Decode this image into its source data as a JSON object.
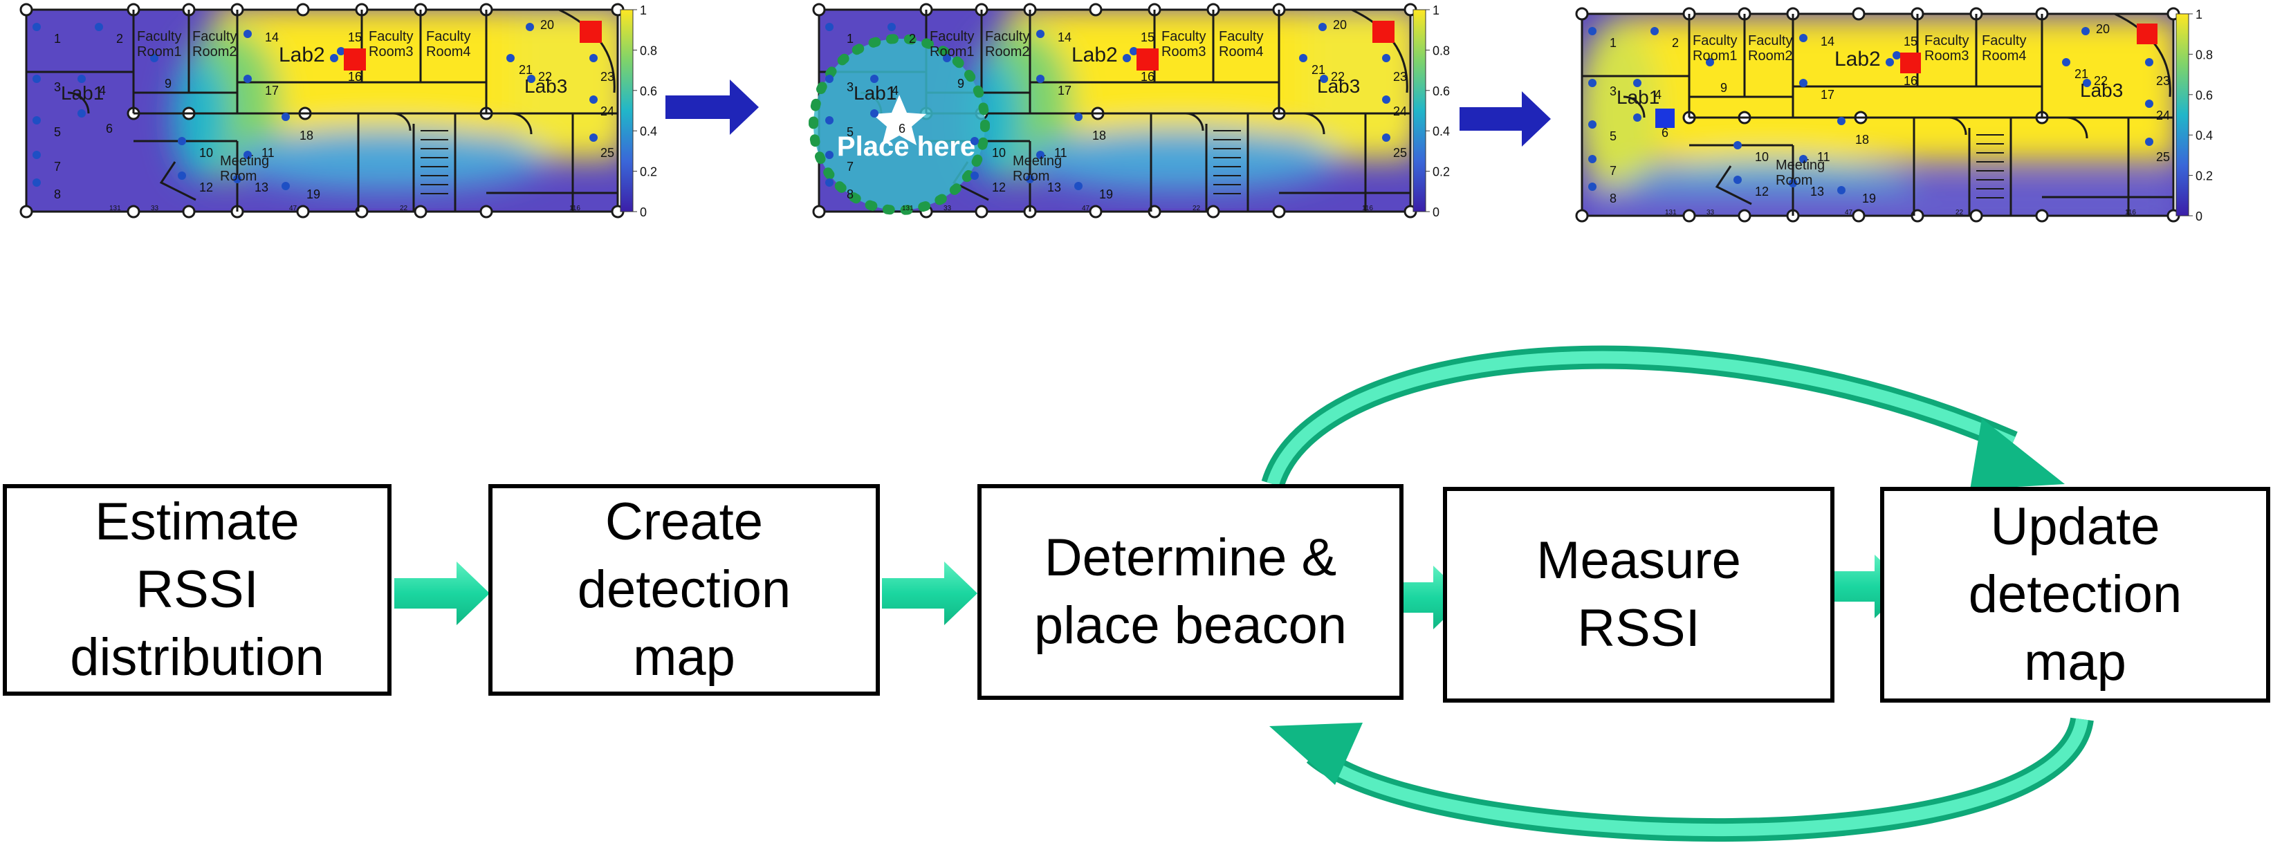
{
  "colors": {
    "low": "#3b1fa8",
    "mid": "#21b6c9",
    "high": "#fde724",
    "beacon": "#f2150f",
    "new_beacon": "#1936e0",
    "nav_arrow": "#1f25b8",
    "flow_arrow": "#1bd6a0",
    "circle": "#1f9a48"
  },
  "floor_plan": {
    "rooms": {
      "lab1": "Lab1",
      "lab2": "Lab2",
      "lab3": "Lab3",
      "faculty1": "Faculty\nRoom1",
      "faculty2": "Faculty\nRoom2",
      "faculty3": "Faculty\nRoom3",
      "faculty4": "Faculty\nRoom4",
      "meeting": "Meeting\nRoom"
    },
    "points": [
      "1",
      "2",
      "3",
      "4",
      "5",
      "6",
      "7",
      "8",
      "9",
      "10",
      "11",
      "12",
      "13",
      "14",
      "15",
      "16",
      "17",
      "18",
      "19",
      "20",
      "21",
      "22",
      "23",
      "24",
      "25"
    ],
    "bottom_marks": [
      "131",
      "33",
      "47",
      "22",
      "116"
    ]
  },
  "colorbar": {
    "ticks": [
      "1",
      "0.8",
      "0.6",
      "0.4",
      "0.2",
      "0"
    ]
  },
  "callout": {
    "text": "Place here"
  },
  "flow": {
    "boxes": [
      {
        "text": "Estimate\nRSSI\ndistribution"
      },
      {
        "text": "Create\ndetection\nmap"
      },
      {
        "text": "Determine &\nplace beacon"
      },
      {
        "text": "Measure\nRSSI"
      },
      {
        "text": "Update\ndetection\nmap"
      }
    ]
  }
}
